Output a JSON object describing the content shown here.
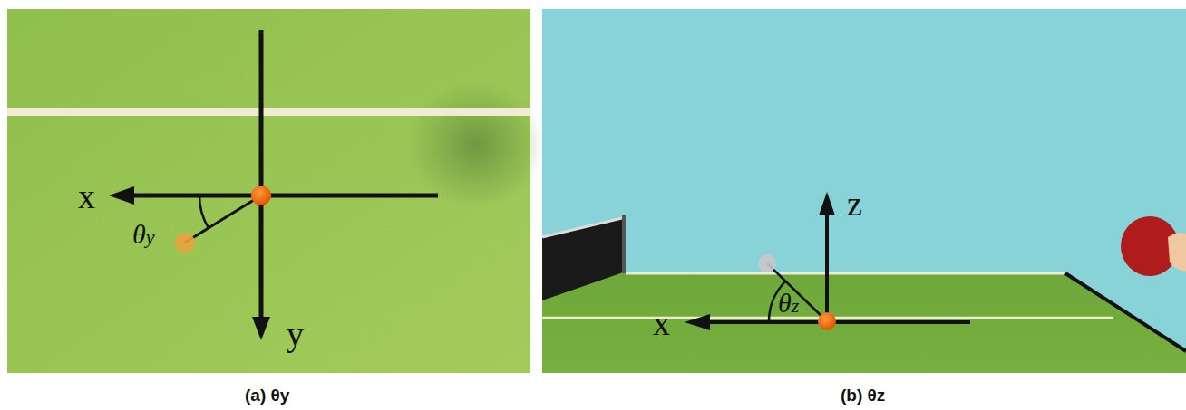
{
  "diagram": {
    "labels": [
      "x",
      "y",
      "θy",
      "(a) θy",
      "z",
      "x",
      "θz",
      "(b) θz"
    ]
  }
}
